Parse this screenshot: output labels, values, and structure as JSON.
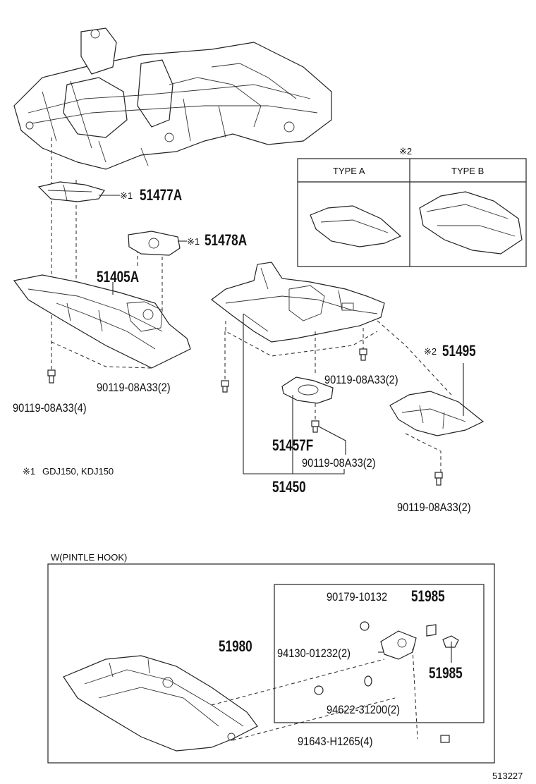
{
  "footnote": {
    "mark1": "※1",
    "text1": "GDJ150, KDJ150",
    "mark2": "※2"
  },
  "type_box": {
    "col_a": "TYPE A",
    "col_b": "TYPE B"
  },
  "parts": {
    "p51477A": "51477A",
    "p51478A": "51478A",
    "p51405A": "51405A",
    "p51495": "51495",
    "p51457F": "51457F",
    "p51450": "51450",
    "bolt_2a": "90119-08A33(2)",
    "bolt_4": "90119-08A33(4)",
    "bolt_2b": "90119-08A33(2)",
    "bolt_2c": "90119-08A33(2)",
    "bolt_2d": "90119-08A33(2)"
  },
  "pintle": {
    "title": "W(PINTLE HOOK)",
    "p51980": "51980",
    "p90179": "90179-10132",
    "p51985_top": "51985",
    "p51985_right": "51985",
    "p94130": "94130-01232(2)",
    "p94622": "94622-31200(2)",
    "p91643": "91643-H1265(4)"
  },
  "illustration_code": "513227"
}
